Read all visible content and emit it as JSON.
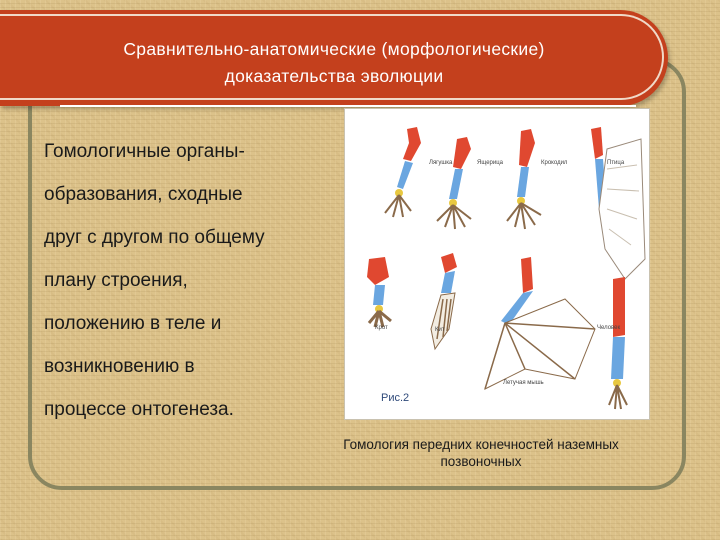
{
  "title": {
    "line1": "Сравнительно-анатомические (морфологические)",
    "line2": "доказательства эволюции"
  },
  "body_lines": [
    "Гомологичные органы-",
    "образования, сходные",
    "друг с другом по общему",
    "плану строения,",
    "положению в теле и",
    "возникновению в",
    "процессе онтогенеза."
  ],
  "figure": {
    "labels": {
      "frog": "Лягушка",
      "lizard": "Ящерица",
      "crocodile": "Крокодил",
      "bird": "Птица",
      "mole": "Крот",
      "whale": "Кит",
      "human": "Человек",
      "bat": "Летучая мышь"
    },
    "figure_number": "Рис.2",
    "colors": {
      "humerus": "#e04830",
      "forearm": "#6aa6e0",
      "wrist": "#e8c840"
    }
  },
  "caption": {
    "line1": "Гомология передних конечностей наземных",
    "line2": "позвоночных"
  },
  "colors": {
    "title_bg": "#c4401d",
    "background": "#dcc28a",
    "frame": "#8a8660"
  }
}
